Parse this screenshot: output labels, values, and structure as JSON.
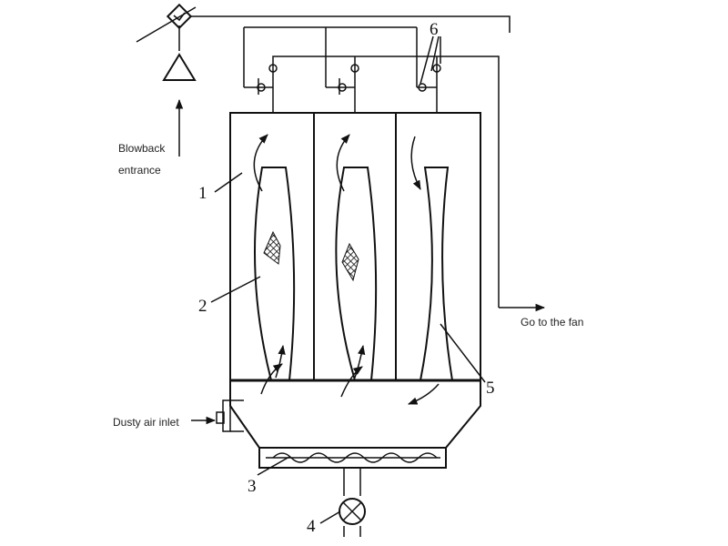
{
  "labels": {
    "blowback": "Blowback",
    "entrance": "entrance",
    "fan": "Go to the fan",
    "inlet": "Dusty air inlet"
  },
  "numbers": {
    "n1": "1",
    "n2": "2",
    "n3": "3",
    "n4": "4",
    "n5": "5",
    "n6": "6"
  }
}
